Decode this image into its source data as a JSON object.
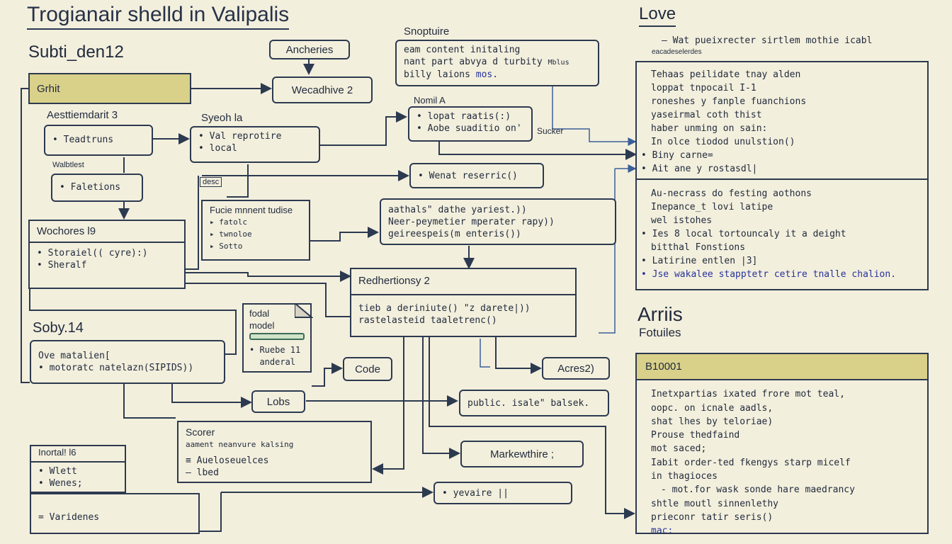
{
  "title": "Trogianair shelld in Valipalis",
  "subtitle": "Subti_den12",
  "grhit": "Grhit",
  "aesthendant": "Aesttiemdarit 3",
  "teadtruns": "Teadtruns",
  "walties": "Walbtlest",
  "faletions": "Faletions",
  "syeth": "Syeoh la",
  "val_box": [
    "Val reprotire",
    "local"
  ],
  "desc_tag": "desc",
  "fusements": {
    "header": "Fucie mnnent tudise",
    "items": [
      "fatolc",
      "twnoloe",
      "Sotto"
    ]
  },
  "wochores": {
    "header": "Wochores l9",
    "items": [
      "Storaiel(( cyre):)",
      "Sheralf"
    ]
  },
  "soby": "Soby.14",
  "ove_box": [
    "Ove matalien[",
    "motoratc natelazn(SIPIDS))"
  ],
  "ancheries": "Ancheries",
  "wecadhive": "Wecadhive 2",
  "snoptuire": "Snoptuire",
  "snoptuire_box": [
    "eam content initaling",
    "nant part abvya d turbity",
    "billy laions"
  ],
  "snoptuire_box_tag": "Mblus",
  "snoptuire_box_blue": "mos.",
  "nomil": "Nomil A",
  "lopat_box": [
    "lopat raatis(:)",
    "Aobe suaditio on'"
  ],
  "sucker": "Sucker",
  "wenat": "Wenat reserric()",
  "aathals": [
    "aathals\" dathe yariest.))",
    "Neer-peymetier  mperater rapy))",
    "geireespeis(m enteris())"
  ],
  "redhertionsy": {
    "header": "Redhertionsy 2",
    "items": [
      "tieb a deriniute() \"z darete|))",
      "rastelasteid taaletrenc()"
    ]
  },
  "fodal_note": {
    "title": [
      "fodal",
      "model"
    ],
    "items": [
      "Ruebe 11",
      "anderal"
    ]
  },
  "code": "Code",
  "lobs": "Lobs",
  "acresz": "Acres2)",
  "public_box": "public. isale\" balsek.",
  "scorer": {
    "header": "Scorer",
    "sub": "aament neanvure kalsing",
    "items": [
      "Aueloseuelces",
      "lbed"
    ]
  },
  "markewthire": "Markewthire ;",
  "yevaire": "yevaire ||",
  "inortal": {
    "header": "Inortal! l6",
    "items": [
      "Wlett",
      "Wenes;"
    ]
  },
  "varidenes": "Varidenes",
  "love": {
    "heading": "Love",
    "intro": "Wat pueixrecter sirtlem mothie icabl",
    "intro2": "eacadeselerdes",
    "section1": [
      "Tehaas peilidate tnay alden",
      "loppat tnpocail I-1",
      "roneshes y fanple fuanchions",
      "yaseirmal coth thist",
      "haber unming on sain:",
      "In olce tiodod unulstion()"
    ],
    "bullets1": [
      "Biny carne=",
      "Ait ane y rostasdl|"
    ],
    "section2": [
      "Au-necrass do festing aothons",
      "Inepance_t lovi latipe",
      "wel istohes"
    ],
    "bullets2": [
      "Ies 8 local tortouncaly it a deight",
      "bitthal Fonstions",
      "Latirine entlen |3]",
      "Jse wakalee stapptetr cetire tnalle chalion."
    ]
  },
  "arriis": {
    "heading": "Arriis",
    "sub": "Fotuiles",
    "box_header": "B10001",
    "lines": [
      "Inetxpartias ixated frore mot teal,",
      "oopc.  on icnale aadls,",
      "shat lhes by teloriae)",
      "Prouse thedfaind",
      "mot saced;",
      "Iabit order-ted fkengys starp micelf",
      "in thagioces",
      "- mot.for wask sonde hare maedrancy",
      "shtle moutl sinnenlethy",
      "prieconr tatir seris()"
    ],
    "blue_line": "mac;"
  },
  "colors": {
    "background": "#f3efdd",
    "line": "#2c3a50",
    "highlight": "#d9d08a",
    "link_blue": "#3a5f9a"
  }
}
